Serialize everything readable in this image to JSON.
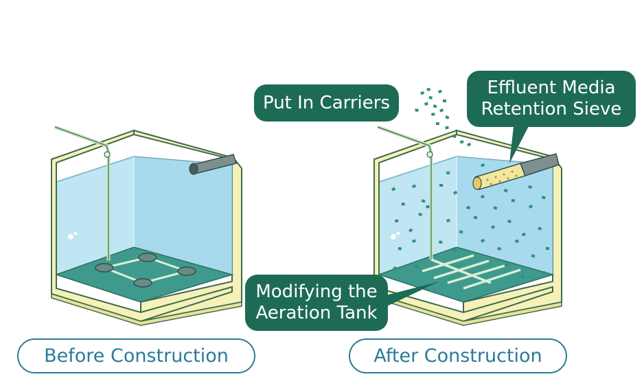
{
  "labels": {
    "before": "Before Construction",
    "after": "After Construction"
  },
  "callouts": {
    "carriers": "Put In Carriers",
    "sieve_line1": "Effluent Media",
    "sieve_line2": "Retention Sieve",
    "aeration_line1": "Modifying the",
    "aeration_line2": "Aeration Tank"
  },
  "colors": {
    "water": "#bfe6f2",
    "water_deep": "#9ed6ea",
    "floor": "#3f9a8e",
    "tank_frame": "#f6f1b8",
    "outline": "#3c6b4e",
    "media": "#2f8f7c",
    "callout_bg": "#1e6b55",
    "label_border": "#2b7a98"
  }
}
